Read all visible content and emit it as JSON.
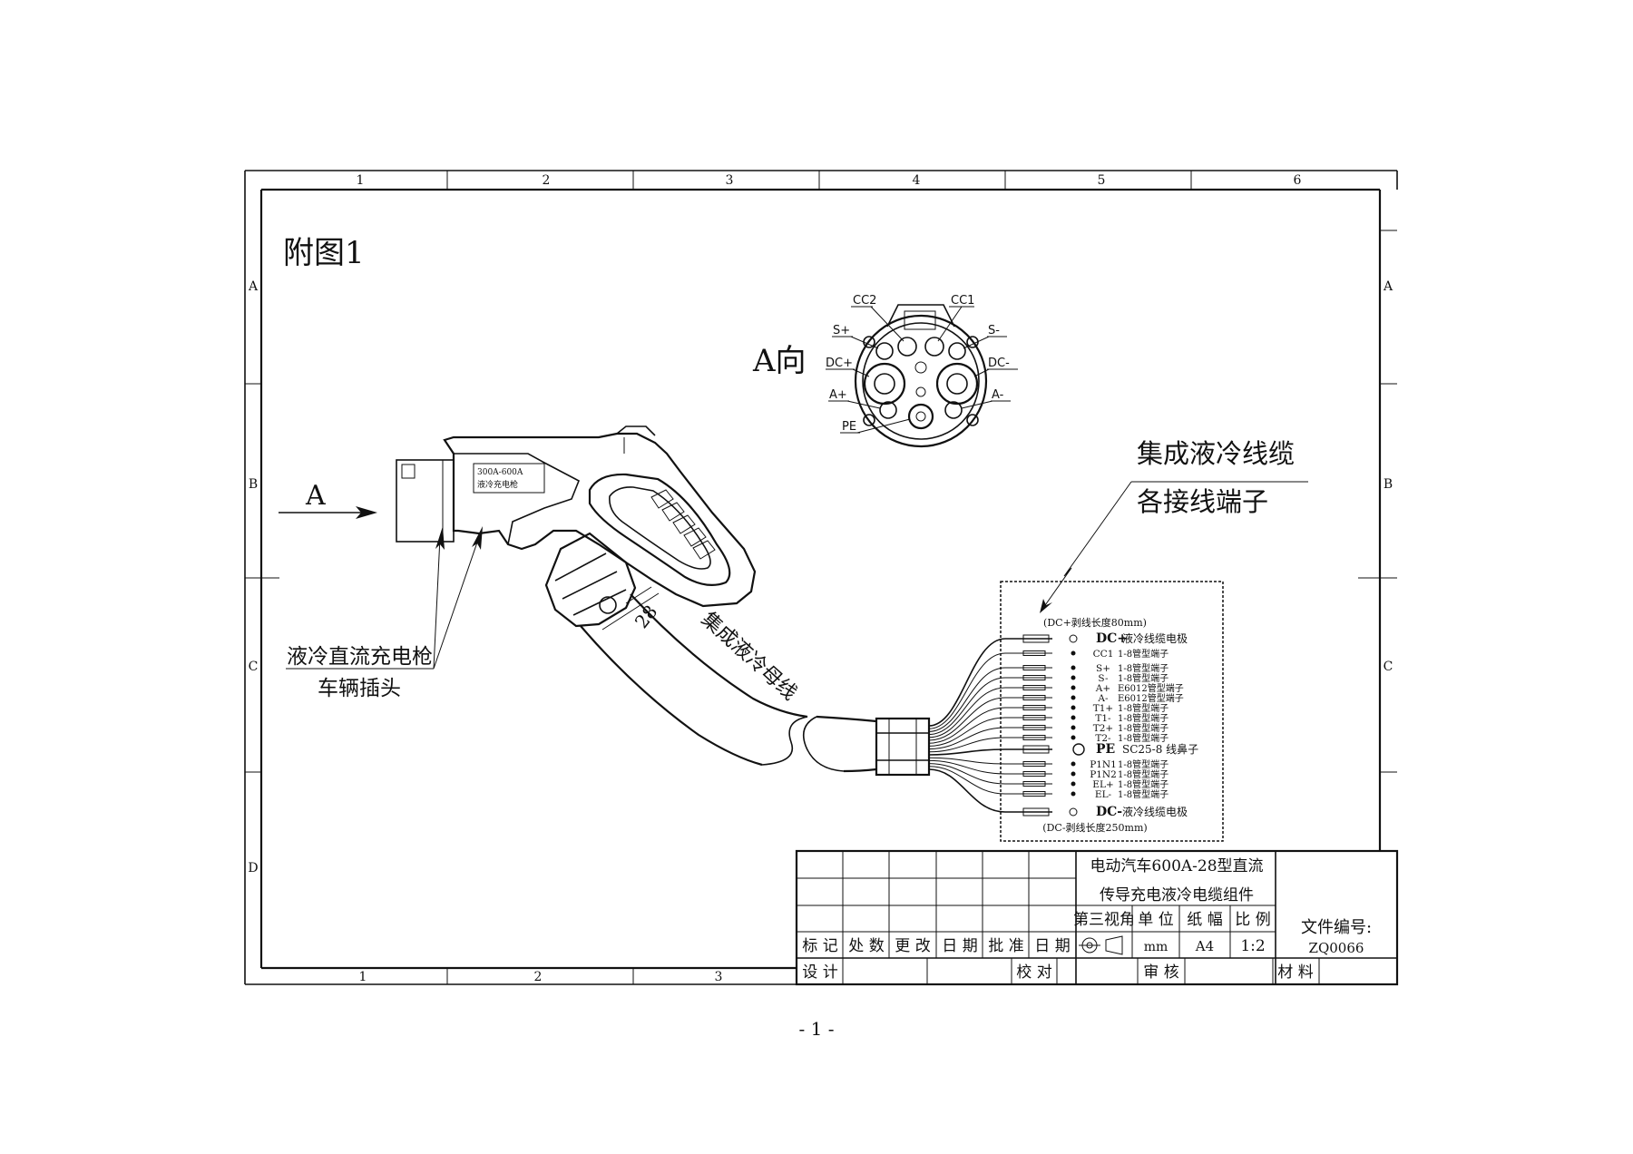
{
  "figure_title": "附图1",
  "view_label": "A向",
  "arrow_label": "A",
  "grid": {
    "columns_top": [
      "1",
      "2",
      "3",
      "4",
      "5",
      "6"
    ],
    "columns_bottom": [
      "1",
      "2",
      "3"
    ],
    "rows": [
      "A",
      "B",
      "C",
      "D"
    ]
  },
  "connector_pins": [
    "CC2",
    "CC1",
    "S+",
    "S-",
    "DC+",
    "DC-",
    "A+",
    "A-",
    "PE"
  ],
  "gun": {
    "rating_line1": "300A-600A",
    "rating_line2": "液冷充电枪",
    "callout_line1": "液冷直流充电枪",
    "callout_line2": "车辆插头"
  },
  "cable": {
    "dimension": "28",
    "label": "集成液冷母线"
  },
  "terminals_callout": {
    "line1": "集成液冷线缆",
    "line2": "各接线端子"
  },
  "terminal_note_top": "(DC+剥线长度80mm)",
  "terminal_note_bottom": "(DC-剥线长度250mm)",
  "terminals": [
    {
      "code": "DC+",
      "desc": "液冷线缆电极"
    },
    {
      "code": "CC1",
      "desc": "1-8管型端子"
    },
    {
      "code": "S+",
      "desc": "1-8管型端子"
    },
    {
      "code": "S-",
      "desc": "1-8管型端子"
    },
    {
      "code": "A+",
      "desc": "E6012管型端子"
    },
    {
      "code": "A-",
      "desc": "E6012管型端子"
    },
    {
      "code": "T1+",
      "desc": "1-8管型端子"
    },
    {
      "code": "T1-",
      "desc": "1-8管型端子"
    },
    {
      "code": "T2+",
      "desc": "1-8管型端子"
    },
    {
      "code": "T2-",
      "desc": "1-8管型端子"
    },
    {
      "code": "PE",
      "desc": "SC25-8 线鼻子"
    },
    {
      "code": "P1N1",
      "desc": "1-8管型端子"
    },
    {
      "code": "P1N2",
      "desc": "1-8管型端子"
    },
    {
      "code": "EL+",
      "desc": "1-8管型端子"
    },
    {
      "code": "EL-",
      "desc": "1-8管型端子"
    },
    {
      "code": "DC-",
      "desc": "液冷线缆电极"
    }
  ],
  "title_block": {
    "product_line1": "电动汽车600A-28型直流",
    "product_line2": "传导充电液冷电缆组件",
    "third_angle": "第三视角",
    "unit_label": "单 位",
    "paper_label": "纸 幅",
    "scale_label": "比 例",
    "unit_value": "mm",
    "paper_value": "A4",
    "scale_value": "1:2",
    "doc_no_label": "文件编号:",
    "doc_no": "ZQ0066",
    "revision_headers": [
      "标 记",
      "处 数",
      "更 改",
      "日 期",
      "批 准",
      "日 期"
    ],
    "design": "设 计",
    "check": "校 对",
    "review": "审 核",
    "material": "材 料"
  },
  "page_number": "- 1 -"
}
